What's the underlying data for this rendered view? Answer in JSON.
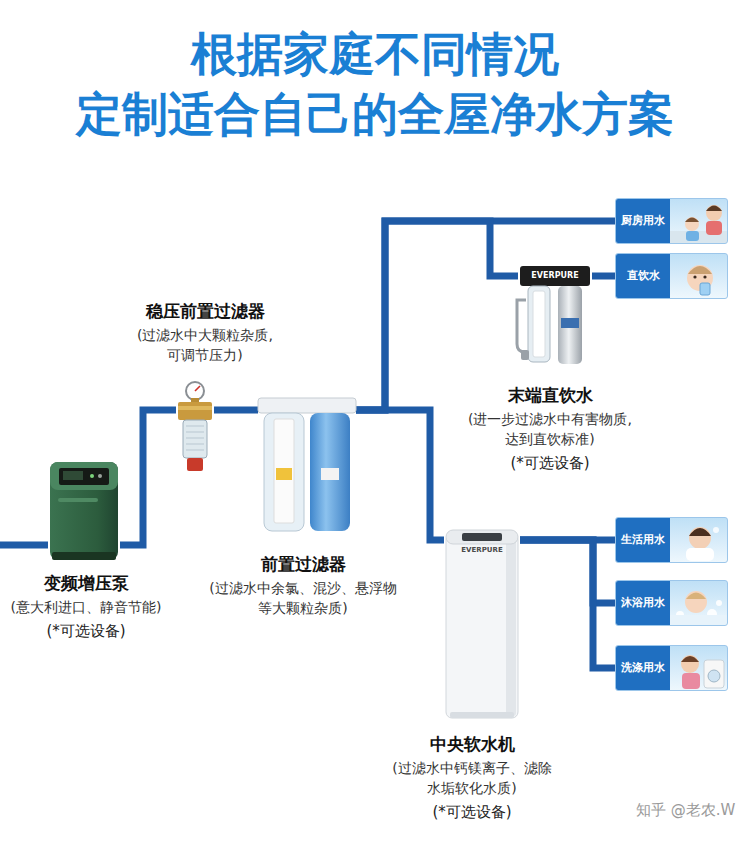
{
  "diagram": {
    "title": "根据家庭不同情况 定制适合自己的全屋净水方案",
    "nodes": [
      {
        "text": [
          "厨房用水"
        ]
      },
      {
        "text": [
          "直饮水"
        ]
      },
      {
        "text": [
          "稳压前置过滤器",
          "(过滤水中大颗粒杂质, 可调节压力)"
        ]
      },
      {
        "text": [
          "末端直饮水",
          "(进一步过滤水中有害物质, 达到直饮标准)",
          "(*可选设备)"
        ]
      },
      {
        "text": [
          "生活用水"
        ]
      },
      {
        "text": [
          "变频增压泵",
          "(意大利进口、静音节能)",
          "(*可选设备)"
        ]
      },
      {
        "text": [
          "前置过滤器",
          "(过滤水中余氯、混沙、悬浮物 等大颗粒杂质)"
        ]
      },
      {
        "text": [
          "沐浴用水"
        ]
      },
      {
        "text": [
          "洗涤用水"
        ]
      },
      {
        "text": [
          "中央软水机",
          "(过滤水中钙镁离子、滤除 水垢软化水质)",
          "(*可选设备)"
        ]
      }
    ],
    "edges": [
      {
        "from": 5,
        "to": 2,
        "arrow": "none"
      },
      {
        "from": 2,
        "to": 6,
        "arrow": "none"
      },
      {
        "from": 6,
        "to": 0,
        "arrow": "none"
      },
      {
        "from": 6,
        "to": 3,
        "arrow": "none"
      },
      {
        "from": 3,
        "to": 1,
        "arrow": "none"
      },
      {
        "from": 6,
        "to": 9,
        "arrow": "none"
      },
      {
        "from": 9,
        "to": 4,
        "arrow": "none"
      },
      {
        "from": 9,
        "to": 7,
        "arrow": "none"
      },
      {
        "from": 9,
        "to": 8,
        "arrow": "none"
      }
    ],
    "labels": [
      "EVERPURE",
      "EVERPURE",
      "知乎 @老农.W"
    ]
  }
}
